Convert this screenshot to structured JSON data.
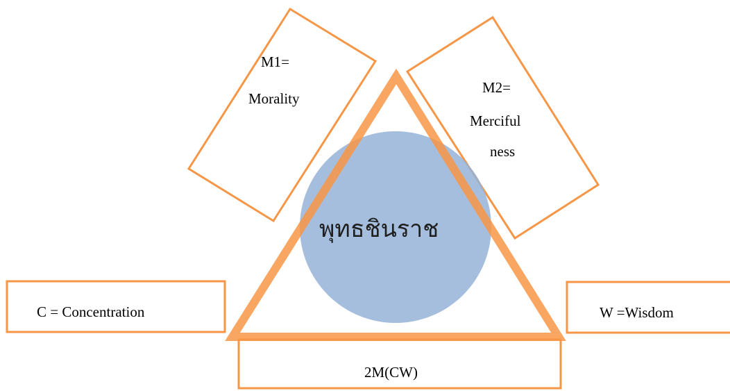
{
  "colors": {
    "box_stroke": "#f79646",
    "triangle_stroke": "#f79646",
    "circle_fill": "#95b3d7",
    "background": "#ffffff"
  },
  "labels": {
    "m1_line1": "M1=",
    "m1_line2": "Morality",
    "m2_line1": "M2=",
    "m2_line2": "Merciful",
    "m2_line3": "ness",
    "center": "พุทธชินราช",
    "concentration": "C = Concentration",
    "wisdom": "W =Wisdom",
    "bottom": "2M(CW)"
  }
}
